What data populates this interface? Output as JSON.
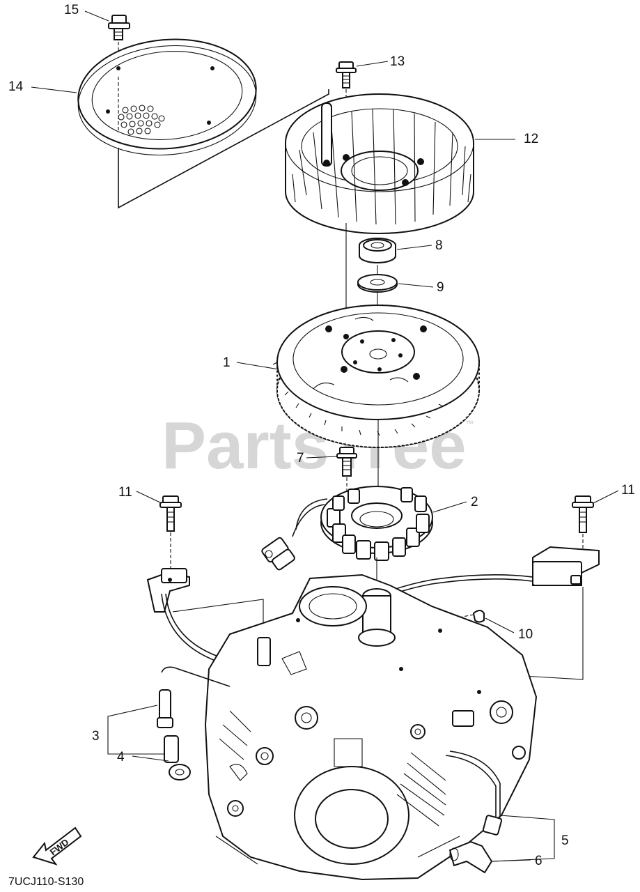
{
  "watermark": {
    "brand": "PartsTree",
    "trademark": "™"
  },
  "diagram_code": "7UCJ110-S130",
  "direction_label": "FWD",
  "callouts": {
    "c1": "1",
    "c2": "2",
    "c3": "3",
    "c4": "4",
    "c5": "5",
    "c6": "6",
    "c7": "7",
    "c8": "8",
    "c9": "9",
    "c10": "10",
    "c11a": "11",
    "c11b": "11",
    "c12": "12",
    "c13": "13",
    "c14": "14",
    "c15": "15"
  }
}
